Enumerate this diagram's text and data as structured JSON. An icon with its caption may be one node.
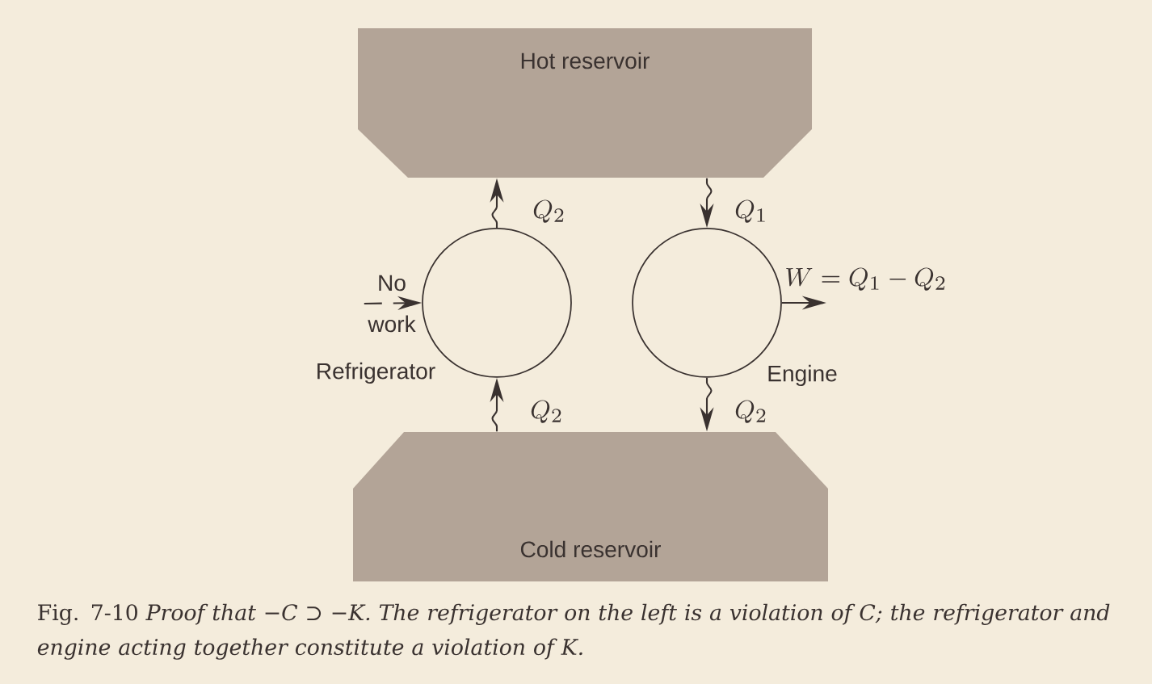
{
  "diagram": {
    "caption": "Fig. 7-10 *Proof that −C ⊃ −K. The refrigerator on the left is a violation of C; the refrigerator and engine acting together constitute a violation of K.*",
    "nodes": [
      {
        "text": [
          "Hot reservoir"
        ]
      },
      {
        "text": [],
        "shape": "circle",
        "beside": [
          "Refrigerator"
        ]
      },
      {
        "text": [],
        "shape": "circle",
        "beside": [
          "Engine"
        ]
      },
      {
        "text": [
          "Cold reservoir"
        ]
      },
      {
        "text": [
          "No work"
        ]
      }
    ],
    "edges": [
      {
        "from": 1,
        "to": 0,
        "arrow": "to",
        "label": "Q_2"
      },
      {
        "from": 3,
        "to": 1,
        "arrow": "to",
        "label": "Q_2"
      },
      {
        "from": 0,
        "to": 2,
        "arrow": "to",
        "label": "Q_1"
      },
      {
        "from": 2,
        "to": 3,
        "arrow": "to",
        "label": "Q_2"
      },
      {
        "from": 2,
        "to": null,
        "arrow": "to",
        "label": "W = Q_1 - Q_2"
      },
      {
        "from": 4,
        "to": 1,
        "arrow": "to",
        "style": "dashed"
      }
    ]
  }
}
